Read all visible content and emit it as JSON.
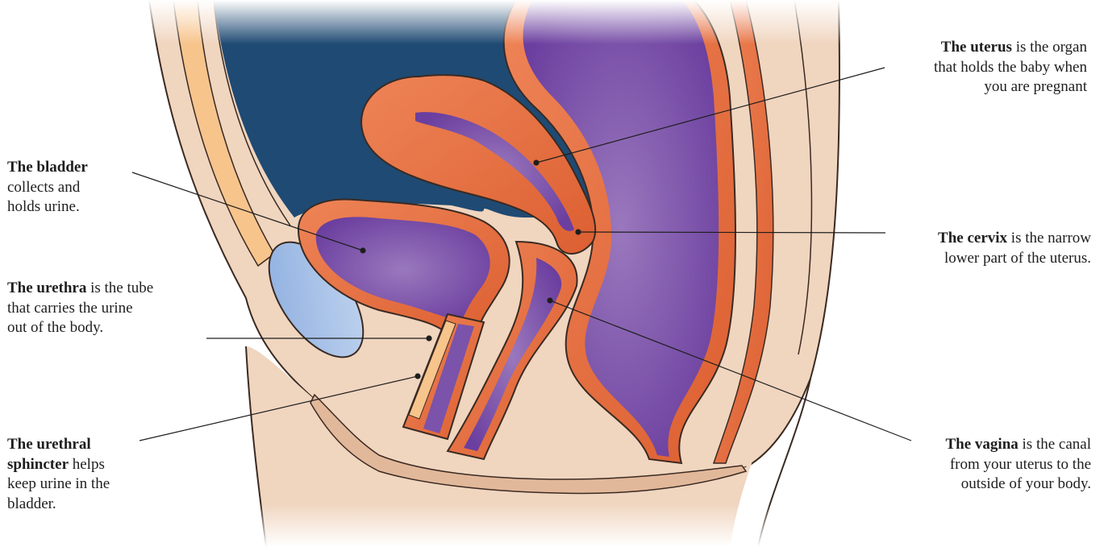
{
  "colors": {
    "background": "#ffffff",
    "skin": "#f0d5bf",
    "skin_edge": "#e2b89a",
    "abdomen_dark_blue": "#1f4a73",
    "organ_wall_orange": "#e76a3c",
    "organ_wall_dark": "#c8532a",
    "lumen_purple": "#8f6bb1",
    "lumen_purple_dark": "#5a2f92",
    "pubic_bone_blue": "#9fbbe3",
    "urethra_light": "#f7c48c",
    "outline": "#3a2a22",
    "leader_line": "#1e1e1e"
  },
  "labels": {
    "uterus": {
      "bold": "The uterus",
      "rest": " is the organ",
      "line2": "that holds the baby when",
      "line3": "you are pregnant"
    },
    "bladder": {
      "bold": "The bladder",
      "line2": "collects and",
      "line3": "holds urine."
    },
    "cervix": {
      "bold": "The cervix",
      "rest": " is the narrow",
      "line2": "lower part of the uterus."
    },
    "urethra": {
      "bold": "The urethra",
      "rest": " is the tube",
      "line2": "that carries the urine",
      "line3": "out of the body."
    },
    "sphincter": {
      "bold1": "The urethral",
      "bold2": "sphincter",
      "rest2": " helps",
      "line3": "keep urine in the",
      "line4": "bladder."
    },
    "vagina": {
      "bold": "The vagina",
      "rest": " is the canal",
      "line2": "from your uterus to the",
      "line3": "outside of your body."
    }
  }
}
